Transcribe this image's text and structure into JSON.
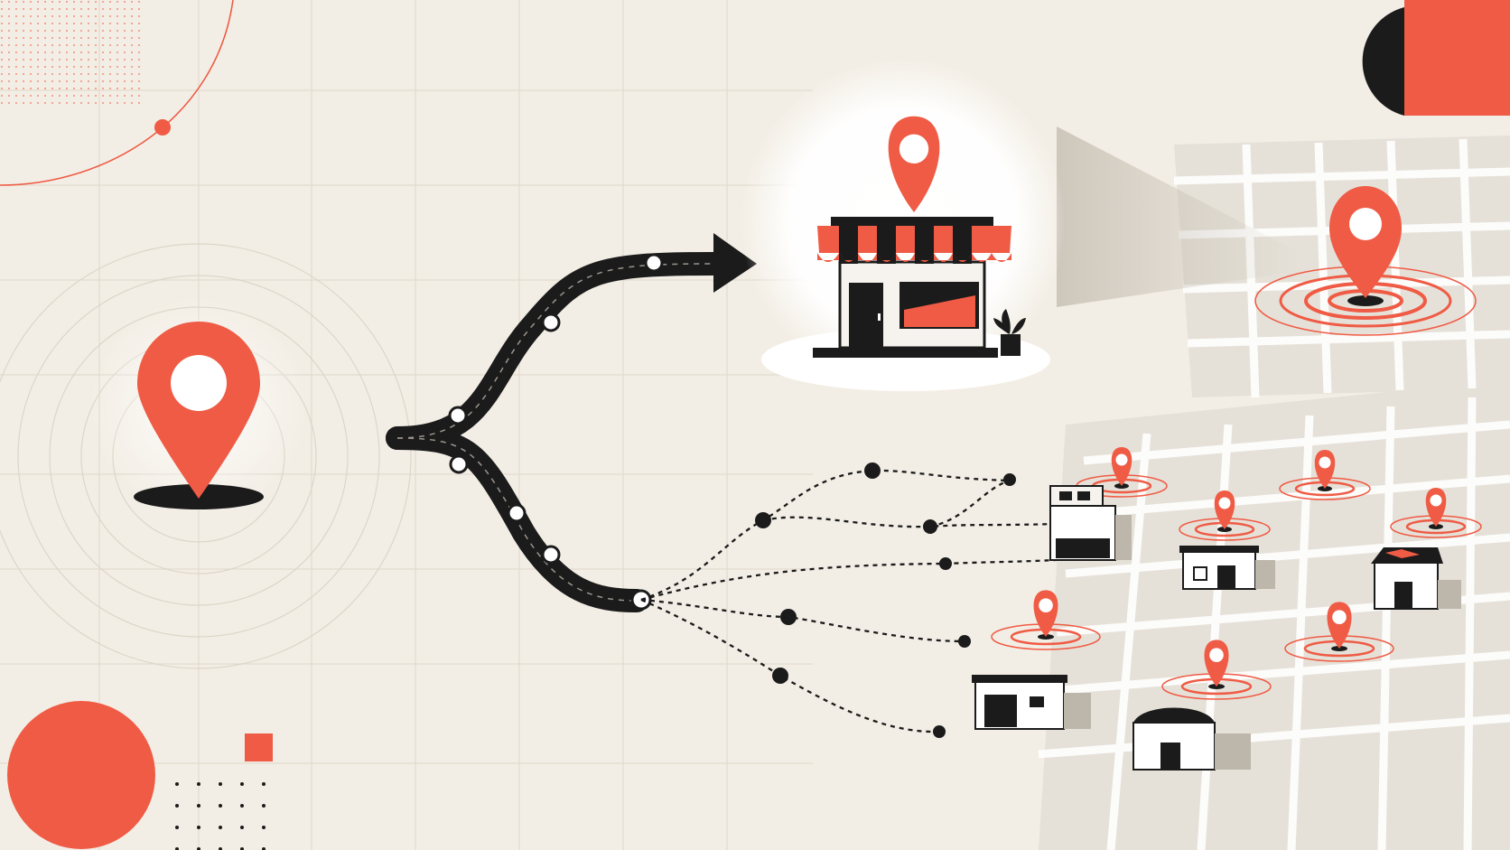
{
  "palette": {
    "background": "#f3eee5",
    "accent": "#ef5b45",
    "ink": "#1b1b1b",
    "grid": "#e0d9cd",
    "map_street": "#ffffff",
    "map_block": "#e3ded5",
    "pin_center": "#ffffff"
  },
  "illustration": {
    "origin_pin": {
      "icon": "map-pin-icon",
      "color": "#ef5b45"
    },
    "destination": {
      "icon": "storefront-icon",
      "awning_colors": [
        "#ef5b45",
        "#1b1b1b"
      ]
    },
    "route_branches": 2,
    "cluster_pins": 8,
    "cluster_buildings": 6
  }
}
